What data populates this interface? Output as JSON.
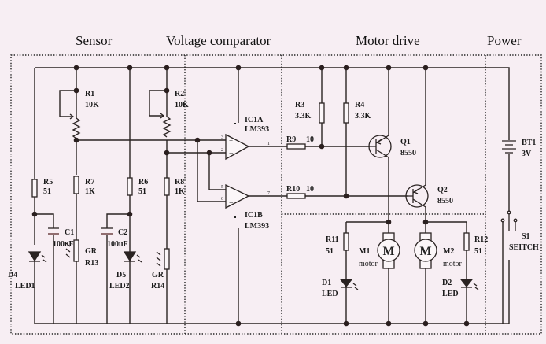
{
  "sections": {
    "sensor": "Sensor",
    "comparator": "Voltage comparator",
    "motor_drive": "Motor drive",
    "power": "Power"
  },
  "components": {
    "R1": {
      "ref": "R1",
      "value": "10K"
    },
    "R2": {
      "ref": "R2",
      "value": "10K"
    },
    "R3": {
      "ref": "R3",
      "value": "3.3K"
    },
    "R4": {
      "ref": "R4",
      "value": "3.3K"
    },
    "R5": {
      "ref": "R5",
      "value": "51"
    },
    "R6": {
      "ref": "R6",
      "value": "51"
    },
    "R7": {
      "ref": "R7",
      "value": "1K"
    },
    "R8": {
      "ref": "R8",
      "value": "1K"
    },
    "R9": {
      "ref": "R9",
      "value": "10"
    },
    "R10": {
      "ref": "R10",
      "value": "10"
    },
    "R11": {
      "ref": "R11",
      "value": "51"
    },
    "R12": {
      "ref": "R12",
      "value": "51"
    },
    "R13": {
      "type": "GR",
      "ref": "R13"
    },
    "R14": {
      "type": "GR",
      "ref": "R14"
    },
    "C1": {
      "ref": "C1",
      "value": "100uF"
    },
    "C2": {
      "ref": "C2",
      "value": "100uF"
    },
    "D4": {
      "ref": "D4",
      "value": "LED1"
    },
    "D5": {
      "ref": "D5",
      "value": "LED2"
    },
    "D1": {
      "ref": "D1",
      "value": "LED"
    },
    "D2": {
      "ref": "D2",
      "value": "LED"
    },
    "IC1A": {
      "ref": "IC1A",
      "value": "LM393",
      "pins": {
        "plus": "3",
        "minus": "2",
        "out": "1"
      }
    },
    "IC1B": {
      "ref": "IC1B",
      "value": "LM393",
      "pins": {
        "plus": "5",
        "minus": "6",
        "out": "7"
      }
    },
    "Q1": {
      "ref": "Q1",
      "value": "8550"
    },
    "Q2": {
      "ref": "Q2",
      "value": "8550"
    },
    "M1": {
      "ref": "M1",
      "value": "motor",
      "symbol": "M"
    },
    "M2": {
      "ref": "M2",
      "value": "motor",
      "symbol": "M"
    },
    "BT1": {
      "ref": "BT1",
      "value": "3V"
    },
    "S1": {
      "ref": "S1",
      "value": "SEITCH"
    }
  }
}
